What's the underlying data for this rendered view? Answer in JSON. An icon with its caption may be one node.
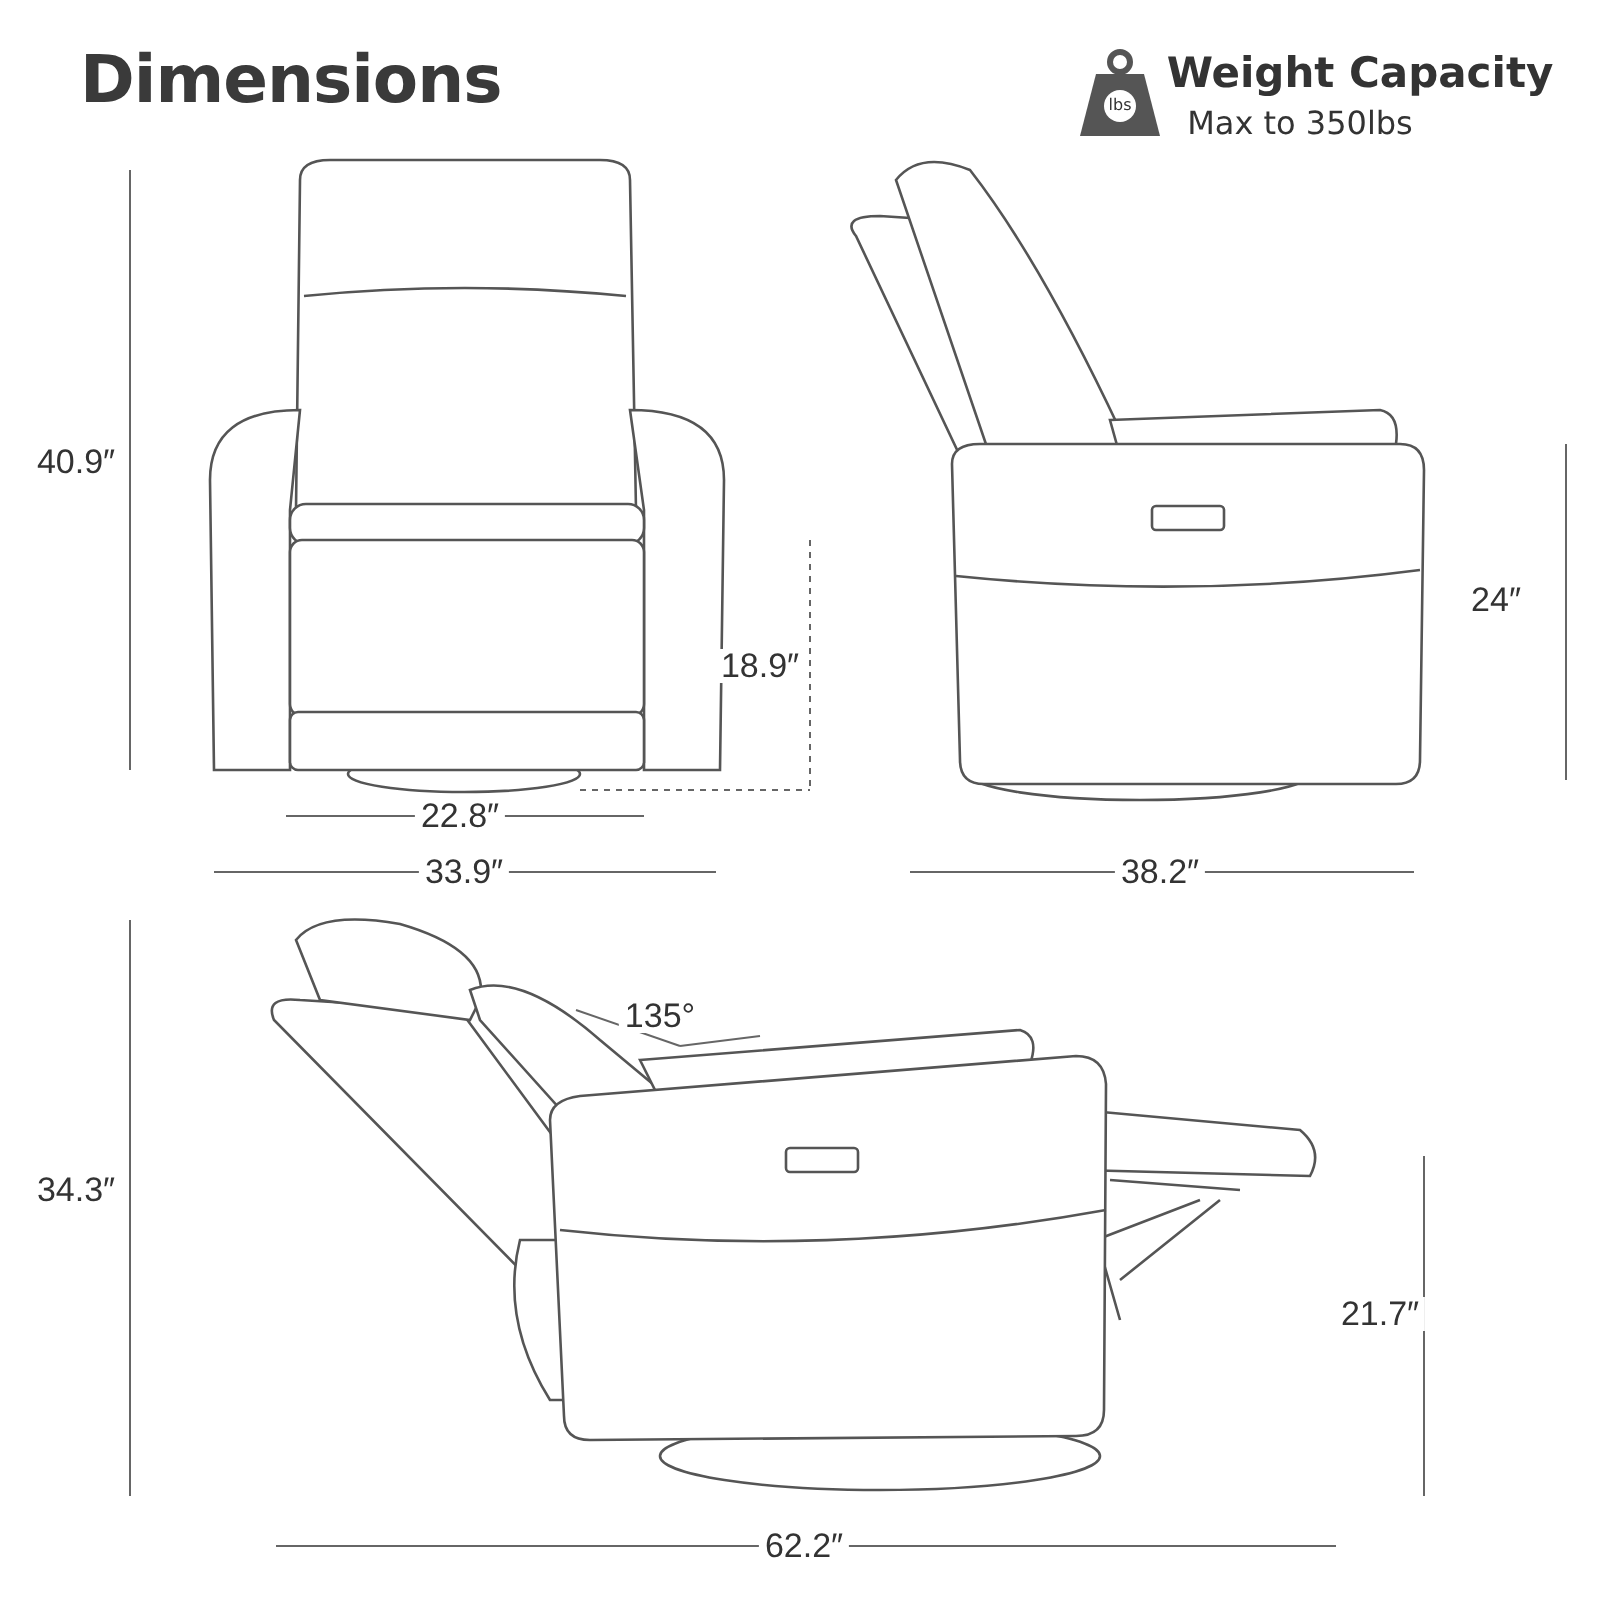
{
  "diagram": {
    "title": "Dimensions",
    "labels": [
      "lbs",
      "Weight Capacity",
      "Max to 350lbs",
      "40.9″",
      "18.9″",
      "22.8″",
      "33.9″",
      "24″",
      "38.2″",
      "135°",
      "34.3″",
      "21.7″",
      "62.2″"
    ]
  }
}
